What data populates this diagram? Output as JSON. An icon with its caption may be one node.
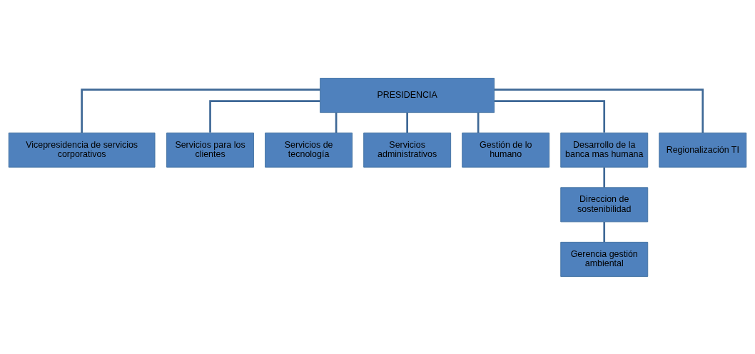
{
  "diagram": {
    "nodes": [
      {
        "text": [
          "PRESIDENCIA"
        ]
      },
      {
        "text": [
          "Vicepresidencia de servicios corporativos"
        ]
      },
      {
        "text": [
          "Servicios para los clientes"
        ]
      },
      {
        "text": [
          "Servicios de tecnología"
        ]
      },
      {
        "text": [
          "Servicios administrativos"
        ]
      },
      {
        "text": [
          "Gestión de lo humano"
        ]
      },
      {
        "text": [
          "Desarrollo de la banca mas humana"
        ]
      },
      {
        "text": [
          "Regionalización TI"
        ]
      },
      {
        "text": [
          "Direccion de sostenibilidad"
        ]
      },
      {
        "text": [
          "Gerencia gestión ambiental"
        ]
      }
    ],
    "edges": [
      {
        "from": 0,
        "to": 1,
        "arrow": "none"
      },
      {
        "from": 0,
        "to": 2,
        "arrow": "none"
      },
      {
        "from": 0,
        "to": 3,
        "arrow": "none"
      },
      {
        "from": 0,
        "to": 4,
        "arrow": "none"
      },
      {
        "from": 0,
        "to": 5,
        "arrow": "none"
      },
      {
        "from": 0,
        "to": 6,
        "arrow": "none"
      },
      {
        "from": 0,
        "to": 7,
        "arrow": "none"
      },
      {
        "from": 6,
        "to": 8,
        "arrow": "none"
      },
      {
        "from": 8,
        "to": 9,
        "arrow": "none"
      }
    ]
  }
}
